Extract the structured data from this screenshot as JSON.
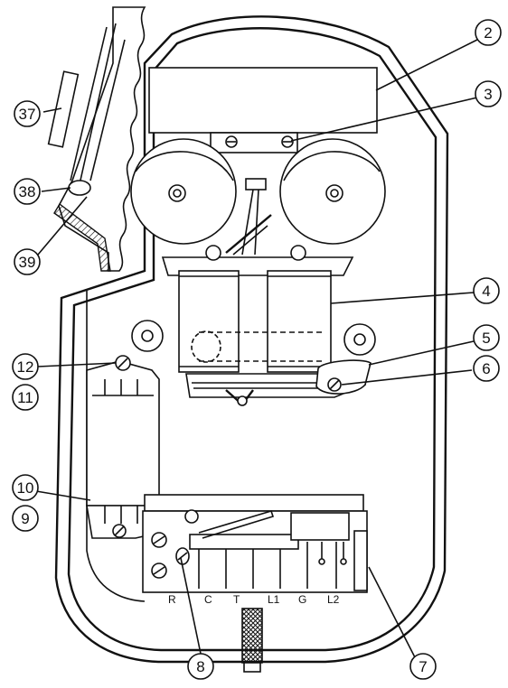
{
  "callouts": [
    {
      "id": "2",
      "label": "2"
    },
    {
      "id": "3",
      "label": "3"
    },
    {
      "id": "4",
      "label": "4"
    },
    {
      "id": "5",
      "label": "5"
    },
    {
      "id": "6",
      "label": "6"
    },
    {
      "id": "7",
      "label": "7"
    },
    {
      "id": "8",
      "label": "8"
    },
    {
      "id": "9",
      "label": "9"
    },
    {
      "id": "10",
      "label": "10"
    },
    {
      "id": "11",
      "label": "11"
    },
    {
      "id": "12",
      "label": "12"
    },
    {
      "id": "37",
      "label": "37"
    },
    {
      "id": "38",
      "label": "38"
    },
    {
      "id": "39",
      "label": "39"
    }
  ],
  "terminals": [
    "R",
    "C",
    "T",
    "L1",
    "G",
    "L2"
  ]
}
